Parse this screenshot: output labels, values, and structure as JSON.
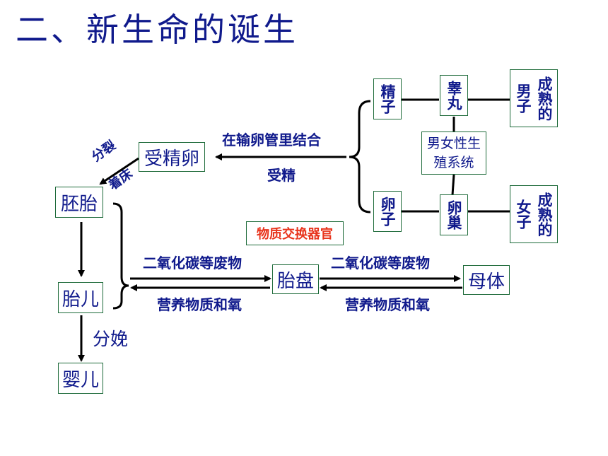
{
  "title": "二、新生命的诞生",
  "nodes": {
    "sperm": "精子",
    "testis": "睾丸",
    "adult_male": "成熟的男子",
    "system": "男女性生殖系统",
    "egg": "卵子",
    "ovary": "卵巢",
    "adult_female": "成熟的女子",
    "zygote": "受精卵",
    "embryo": "胚胎",
    "fetus": "胎儿",
    "infant": "婴儿",
    "placenta": "胎盘",
    "mother": "母体",
    "placenta_role": "物质交换器官"
  },
  "labels": {
    "fertilize_where": "在输卵管里结合",
    "fertilize": "受精",
    "divide": "分裂",
    "implant": "着床",
    "delivery": "分娩",
    "waste_1": "二氧化碳等废物",
    "waste_2": "二氧化碳等废物",
    "nutrients_1": "营养物质和氧",
    "nutrients_2": "营养物质和氧"
  },
  "colors": {
    "text": "#101a8c",
    "box_border": "#1e6b3a",
    "accent_red": "#e8341c",
    "line": "#000000"
  }
}
